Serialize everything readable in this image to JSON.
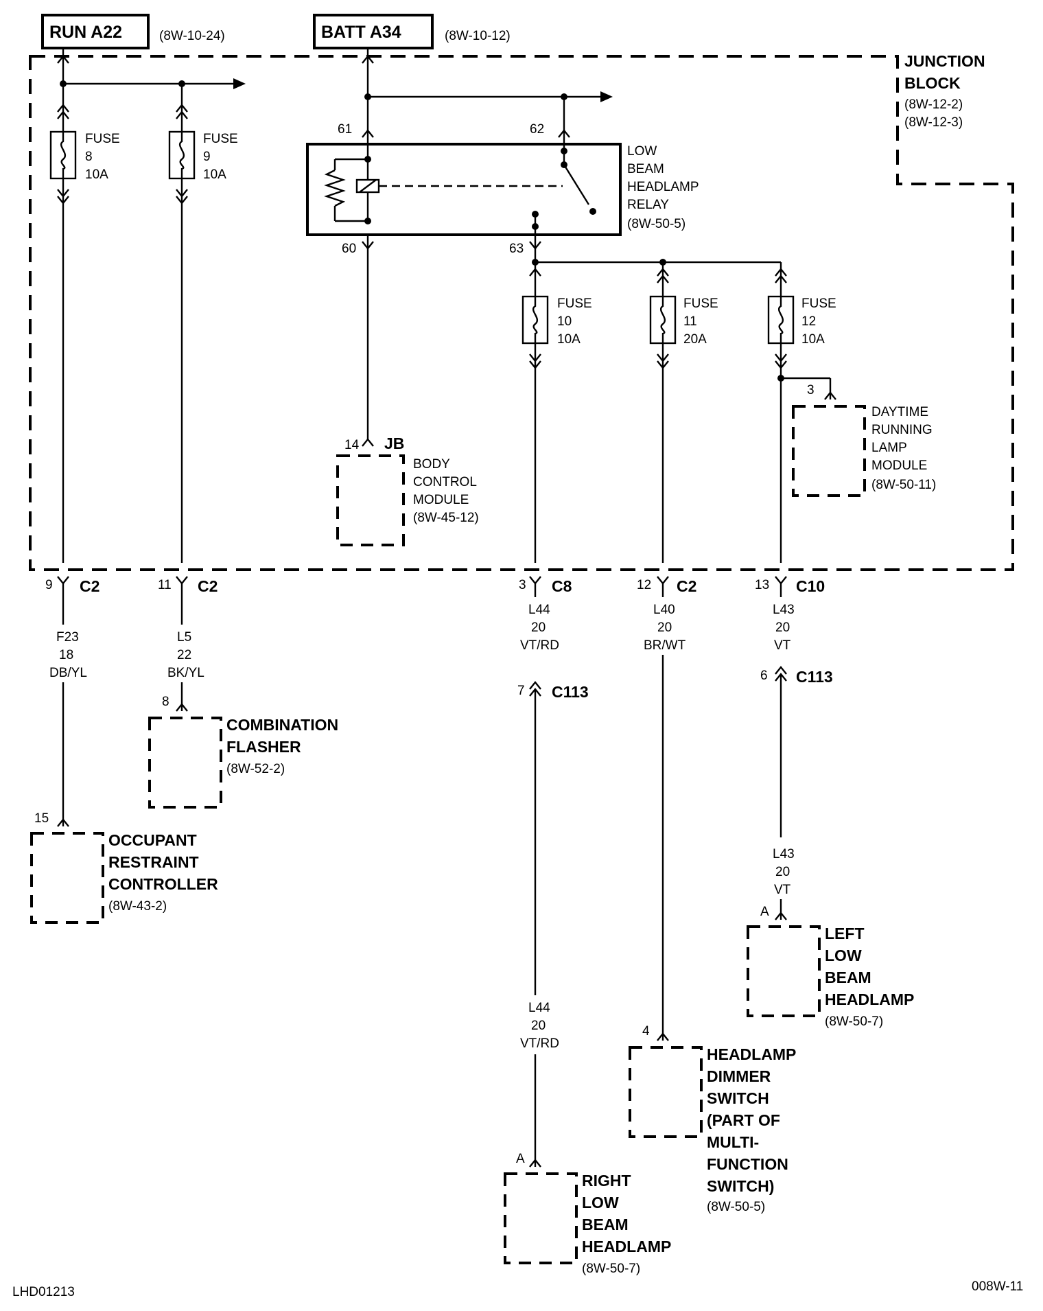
{
  "sources": {
    "run": {
      "name": "RUN A22",
      "ref": "(8W-10-24)"
    },
    "batt": {
      "name": "BATT A34",
      "ref": "(8W-10-12)"
    }
  },
  "junction_block": {
    "label_1": "JUNCTION",
    "label_2": "BLOCK",
    "ref_1": "(8W-12-2)",
    "ref_2": "(8W-12-3)"
  },
  "fuses": [
    {
      "word": "FUSE",
      "num": "8",
      "amp": "10A"
    },
    {
      "word": "FUSE",
      "num": "9",
      "amp": "10A"
    },
    {
      "word": "FUSE",
      "num": "10",
      "amp": "10A"
    },
    {
      "word": "FUSE",
      "num": "11",
      "amp": "20A"
    },
    {
      "word": "FUSE",
      "num": "12",
      "amp": "10A"
    }
  ],
  "relay": {
    "l1": "LOW",
    "l2": "BEAM",
    "l3": "HEADLAMP",
    "l4": "RELAY",
    "ref": "(8W-50-5)",
    "pins": [
      "61",
      "62",
      "60",
      "63"
    ]
  },
  "connectors": {
    "c9": {
      "pin": "9",
      "name": "C2"
    },
    "c11": {
      "pin": "11",
      "name": "C2"
    },
    "c3": {
      "pin": "3",
      "name": "C8"
    },
    "c12": {
      "pin": "12",
      "name": "C2"
    },
    "c13": {
      "pin": "13",
      "name": "C10"
    },
    "c113a": {
      "pin": "7",
      "name": "C113"
    },
    "c113b": {
      "pin": "6",
      "name": "C113"
    },
    "jb": {
      "pin": "14",
      "name": "JB"
    },
    "drl_pin": "3",
    "flasher_pin": "8",
    "orc_pin": "15",
    "dimmer_pin": "4",
    "left_pin": "A",
    "right_pin": "A"
  },
  "wires": [
    {
      "circuit": "F23",
      "gauge": "18",
      "color": "DB/YL"
    },
    {
      "circuit": "L5",
      "gauge": "22",
      "color": "BK/YL"
    },
    {
      "circuit": "L44",
      "gauge": "20",
      "color": "VT/RD"
    },
    {
      "circuit": "L40",
      "gauge": "20",
      "color": "BR/WT"
    },
    {
      "circuit": "L43",
      "gauge": "20",
      "color": "VT"
    },
    {
      "circuit": "L43",
      "gauge": "20",
      "color": "VT"
    },
    {
      "circuit": "L44",
      "gauge": "20",
      "color": "VT/RD"
    }
  ],
  "components": {
    "bcm": {
      "l1": "BODY",
      "l2": "CONTROL",
      "l3": "MODULE",
      "ref": "(8W-45-12)"
    },
    "drl": {
      "l1": "DAYTIME",
      "l2": "RUNNING",
      "l3": "LAMP",
      "l4": "MODULE",
      "ref": "(8W-50-11)"
    },
    "flasher": {
      "l1": "COMBINATION",
      "l2": "FLASHER",
      "ref": "(8W-52-2)"
    },
    "orc": {
      "l1": "OCCUPANT",
      "l2": "RESTRAINT",
      "l3": "CONTROLLER",
      "ref": "(8W-43-2)"
    },
    "left_lamp": {
      "l1": "LEFT",
      "l2": "LOW",
      "l3": "BEAM",
      "l4": "HEADLAMP",
      "ref": "(8W-50-7)"
    },
    "dimmer": {
      "l1": "HEADLAMP",
      "l2": "DIMMER",
      "l3": "SWITCH",
      "l4": "(PART OF",
      "l5": "MULTI-",
      "l6": "FUNCTION",
      "l7": "SWITCH)",
      "ref": "(8W-50-5)"
    },
    "right_lamp": {
      "l1": "RIGHT",
      "l2": "LOW",
      "l3": "BEAM",
      "l4": "HEADLAMP",
      "ref": "(8W-50-7)"
    }
  },
  "footer": {
    "left": "LHD01213",
    "right": "008W-11"
  }
}
